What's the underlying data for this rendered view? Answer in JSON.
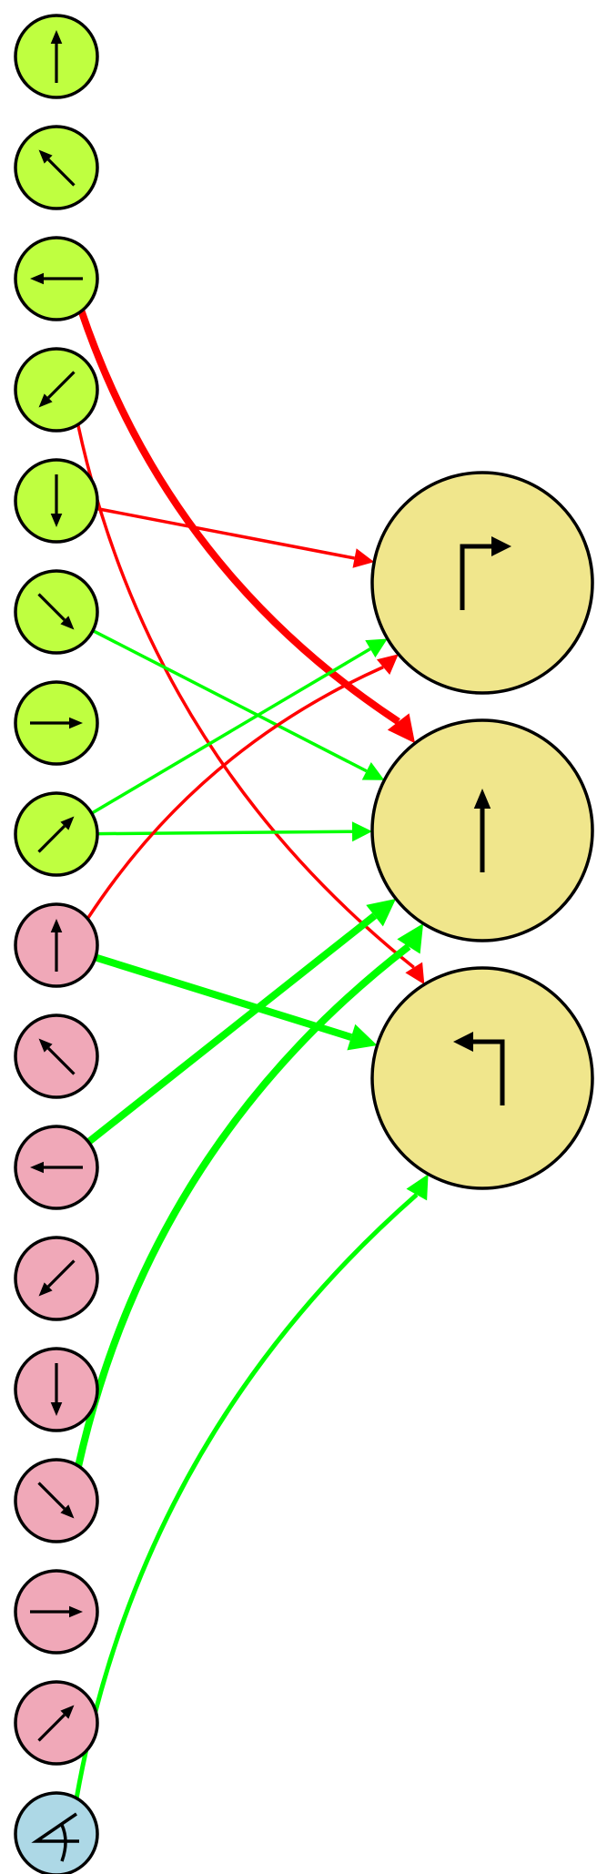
{
  "colors": {
    "input_group_a": "#bfff40",
    "input_group_b": "#f0a8b8",
    "input_special": "#add8e6",
    "output": "#f0e68c",
    "excitatory": "#00ff00",
    "inhibitory": "#ff0000",
    "outline": "#000000"
  },
  "input_nodes": [
    {
      "id": "a-up",
      "group": "a",
      "icon": "arrow-up-icon"
    },
    {
      "id": "a-up-left",
      "group": "a",
      "icon": "arrow-up-left-icon"
    },
    {
      "id": "a-left",
      "group": "a",
      "icon": "arrow-left-icon"
    },
    {
      "id": "a-down-left",
      "group": "a",
      "icon": "arrow-down-left-icon"
    },
    {
      "id": "a-down",
      "group": "a",
      "icon": "arrow-down-icon"
    },
    {
      "id": "a-down-right",
      "group": "a",
      "icon": "arrow-down-right-icon"
    },
    {
      "id": "a-right",
      "group": "a",
      "icon": "arrow-right-icon"
    },
    {
      "id": "a-up-right",
      "group": "a",
      "icon": "arrow-up-right-icon"
    },
    {
      "id": "b-up",
      "group": "b",
      "icon": "arrow-up-icon"
    },
    {
      "id": "b-up-left",
      "group": "b",
      "icon": "arrow-up-left-icon"
    },
    {
      "id": "b-left",
      "group": "b",
      "icon": "arrow-left-icon"
    },
    {
      "id": "b-down-left",
      "group": "b",
      "icon": "arrow-down-left-icon"
    },
    {
      "id": "b-down",
      "group": "b",
      "icon": "arrow-down-icon"
    },
    {
      "id": "b-down-right",
      "group": "b",
      "icon": "arrow-down-right-icon"
    },
    {
      "id": "b-right",
      "group": "b",
      "icon": "arrow-right-icon"
    },
    {
      "id": "b-up-right",
      "group": "b",
      "icon": "arrow-up-right-icon"
    },
    {
      "id": "angle",
      "group": "special",
      "icon": "angle-icon"
    }
  ],
  "output_nodes": [
    {
      "id": "turn-right",
      "icon": "turn-right-icon"
    },
    {
      "id": "straight",
      "icon": "arrow-up-icon"
    },
    {
      "id": "turn-left",
      "icon": "turn-left-icon"
    }
  ],
  "edges": [
    {
      "from": "a-left",
      "to": "straight",
      "sign": "inhibitory",
      "weight": "heavy"
    },
    {
      "from": "a-down-left",
      "to": "turn-left",
      "sign": "inhibitory",
      "weight": "light"
    },
    {
      "from": "a-down",
      "to": "turn-right",
      "sign": "inhibitory",
      "weight": "light"
    },
    {
      "from": "a-down-right",
      "to": "straight",
      "sign": "excitatory",
      "weight": "light"
    },
    {
      "from": "a-up-right",
      "to": "turn-right",
      "sign": "excitatory",
      "weight": "light"
    },
    {
      "from": "a-up-right",
      "to": "straight",
      "sign": "excitatory",
      "weight": "light"
    },
    {
      "from": "b-up",
      "to": "turn-right",
      "sign": "inhibitory",
      "weight": "light"
    },
    {
      "from": "b-up",
      "to": "turn-left",
      "sign": "excitatory",
      "weight": "heavy"
    },
    {
      "from": "b-left",
      "to": "straight",
      "sign": "excitatory",
      "weight": "heavy"
    },
    {
      "from": "b-down-right",
      "to": "straight",
      "sign": "excitatory",
      "weight": "heavy"
    },
    {
      "from": "angle",
      "to": "turn-left",
      "sign": "excitatory",
      "weight": "medium"
    }
  ]
}
